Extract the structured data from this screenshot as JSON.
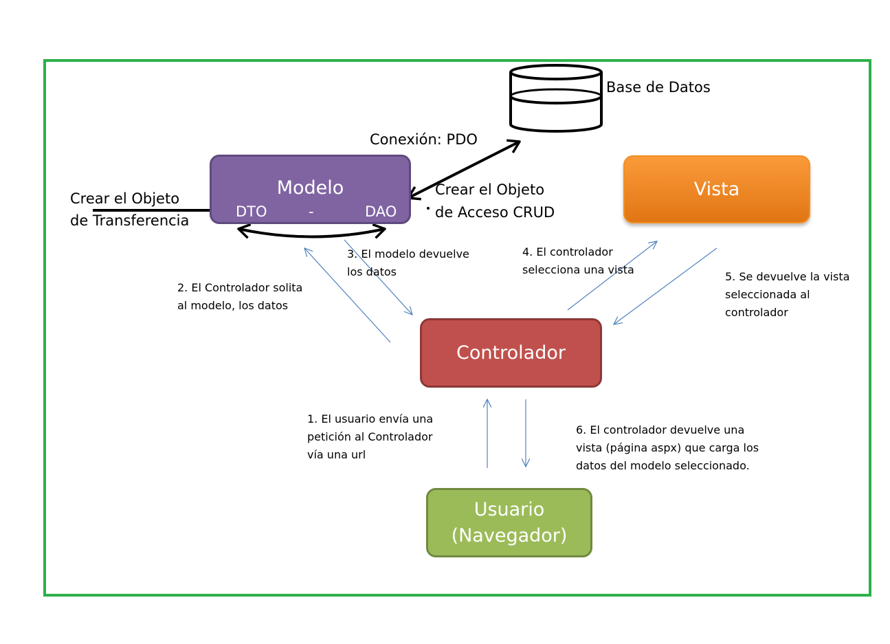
{
  "nodes": {
    "modelo": {
      "title": "Modelo",
      "dto": "DTO",
      "sep": "-",
      "dao": "DAO",
      "color": "#8064a2"
    },
    "vista": {
      "title": "Vista",
      "color": "#f79646"
    },
    "controlador": {
      "title": "Controlador",
      "color": "#c0504d"
    },
    "usuario": {
      "line1": "Usuario",
      "line2": "(Navegador)",
      "color": "#9bbb59"
    },
    "base_datos": {
      "label": "Base de Datos"
    }
  },
  "labels": {
    "conexion": "Conexión: PDO",
    "crear_dto_1": "Crear el Objeto",
    "crear_dto_2": "de Transferencia",
    "crear_dao_1": "Crear el Objeto",
    "crear_dao_2": "de Acceso CRUD"
  },
  "steps": {
    "s1": [
      "1. El usuario envía una",
      "petición al Controlador",
      "vía una url"
    ],
    "s2": [
      "2. El Controlador solita",
      "al modelo, los datos"
    ],
    "s3": [
      "3. El modelo devuelve",
      "los datos"
    ],
    "s4": [
      "4. El controlador",
      "selecciona una vista"
    ],
    "s5": [
      "5. Se devuelve  la vista",
      "seleccionada  al",
      "controlador"
    ],
    "s6": [
      "6. El controlador devuelve  una",
      "vista (página aspx) que carga los",
      "datos del modelo seleccionado."
    ]
  },
  "colors": {
    "frame": "#2db04a",
    "arrow": "#4f81bd",
    "thick_arrow": "#000000"
  }
}
